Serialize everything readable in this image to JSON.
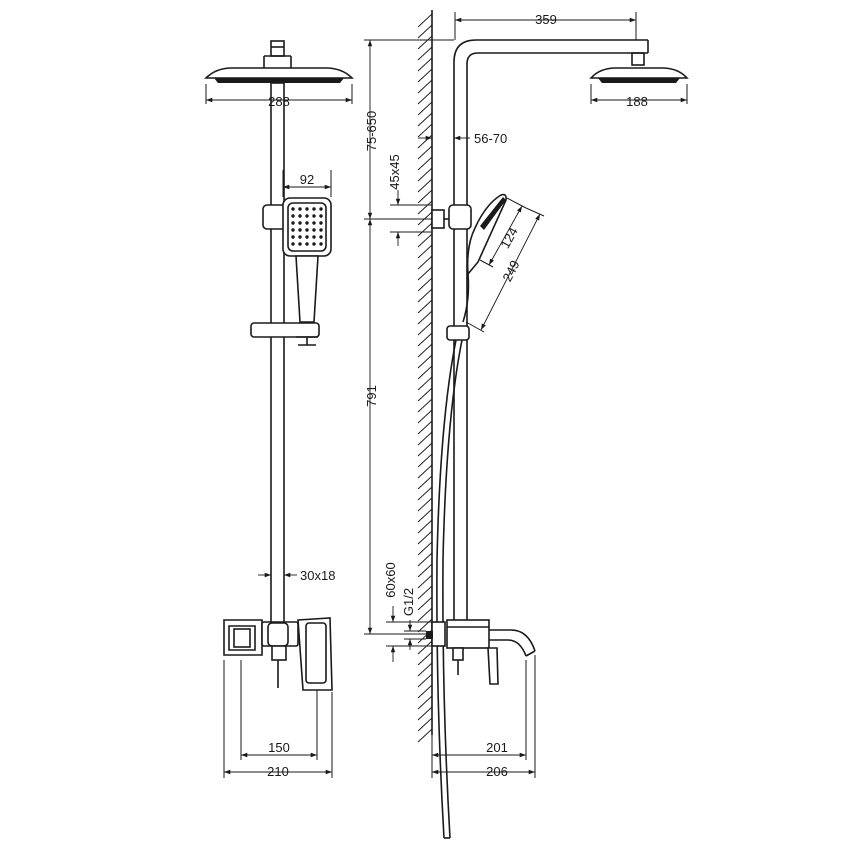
{
  "dimensions": {
    "front_head_width": "288",
    "handshower_width": "92",
    "bar_section": "30x18",
    "mixer_centers": "150",
    "mixer_width": "210",
    "arm_length": "359",
    "side_head_width": "188",
    "height_adjust": "75-650",
    "wall_offset": "56-70",
    "bracket_size": "45x45",
    "handshower_head": "124",
    "handshower_length": "249",
    "rail_length": "791",
    "mixer_block": "60x60",
    "thread": "G1/2",
    "spout_projection": "201",
    "total_projection": "206"
  },
  "colors": {
    "line": "#1a1a1a",
    "background": "#ffffff"
  }
}
